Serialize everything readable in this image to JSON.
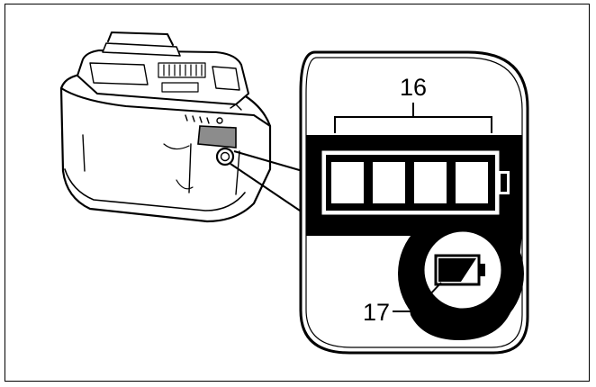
{
  "figure": {
    "labels": {
      "indicator_lamps": "16",
      "check_button": "17"
    },
    "indicator": {
      "lamp_count": 4
    }
  }
}
